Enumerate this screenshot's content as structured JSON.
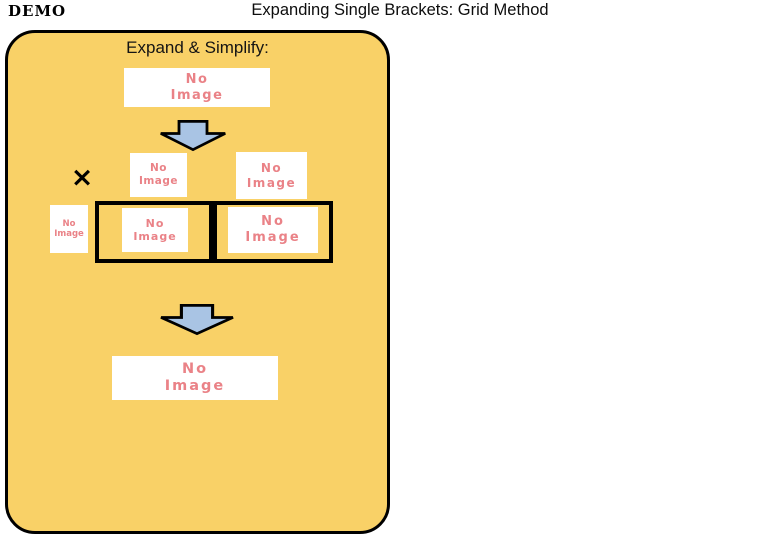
{
  "header": {
    "demo_label": "DEMO",
    "title": "Expanding Single Brackets: Grid Method"
  },
  "slide": {
    "prompt": "Expand & Simplify:",
    "operator": "×",
    "placeholders": [
      {
        "id": "expression",
        "label": "No\nImage"
      },
      {
        "id": "grid-col-header-1",
        "label": "No\nImage"
      },
      {
        "id": "grid-col-header-2",
        "label": "No\nImage"
      },
      {
        "id": "grid-row-header",
        "label": "No\nImage"
      },
      {
        "id": "grid-cell-1",
        "label": "No\nImage"
      },
      {
        "id": "grid-cell-2",
        "label": "No\nImage"
      },
      {
        "id": "result",
        "label": "No\nImage"
      }
    ],
    "colors": {
      "panel_bg": "#F9D167",
      "panel_border": "#000000",
      "arrow_fill": "#A9C4E4",
      "arrow_outline": "#000000",
      "placeholder_bg": "#FFFFFF",
      "placeholder_text": "#EA8287",
      "grid_border": "#000000"
    }
  }
}
